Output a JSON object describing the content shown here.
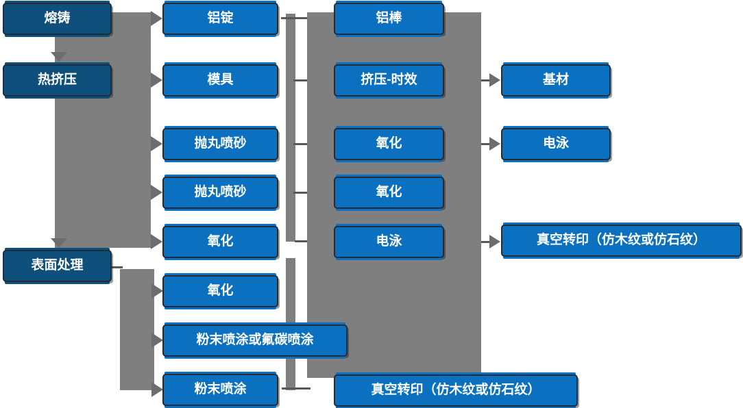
{
  "diagram": {
    "type": "process-flowchart",
    "palette": {
      "stage_box_fill": "#0f4f7c",
      "process_box_fill": "#0b70bf",
      "box_border": "#222b36",
      "connector_band": "#7f7f7f",
      "arrowhead": "#6d6d6d",
      "connector_line": "#595959",
      "text": "#ffffff",
      "background": "#ffffff"
    },
    "columns": {
      "stage": [
        "熔铸",
        "热挤压",
        "表面处理"
      ],
      "process": [
        "铝锭",
        "模具",
        "抛丸喷砂",
        "抛丸喷砂",
        "氧化",
        "氧化",
        "粉末喷涂或氟碳喷涂",
        "粉末喷涂"
      ],
      "intermediate": [
        "铝棒",
        "挤压-时效",
        "氧化",
        "氧化",
        "电泳",
        "真空转印（仿木纹或仿石纹）"
      ],
      "output": [
        "基材",
        "电泳",
        "真空转印（仿木纹或仿石纹）"
      ]
    }
  }
}
